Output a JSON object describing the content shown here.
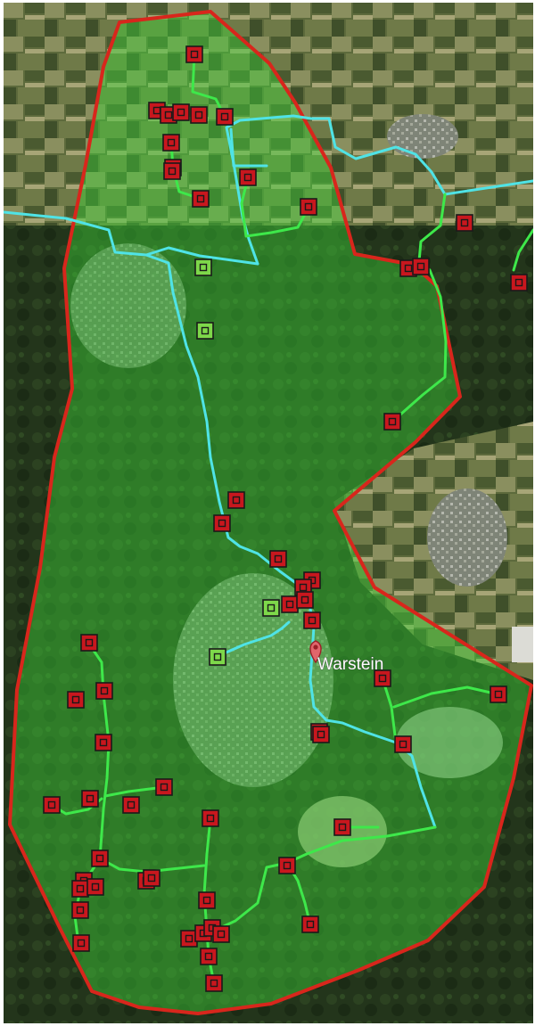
{
  "map": {
    "place_label": "Warstein",
    "place_marker_icon": "map-pin-icon",
    "colors": {
      "boundary": "#d8261c",
      "area_fill": "#3fd23a",
      "main_line": "#4fe3e6",
      "branch_line": "#3ee84a",
      "marker_red": "#c8171e",
      "marker_green": "#7ed84a"
    },
    "legend_shown": false,
    "stations_red_count": 63,
    "stations_green_count": 4
  }
}
